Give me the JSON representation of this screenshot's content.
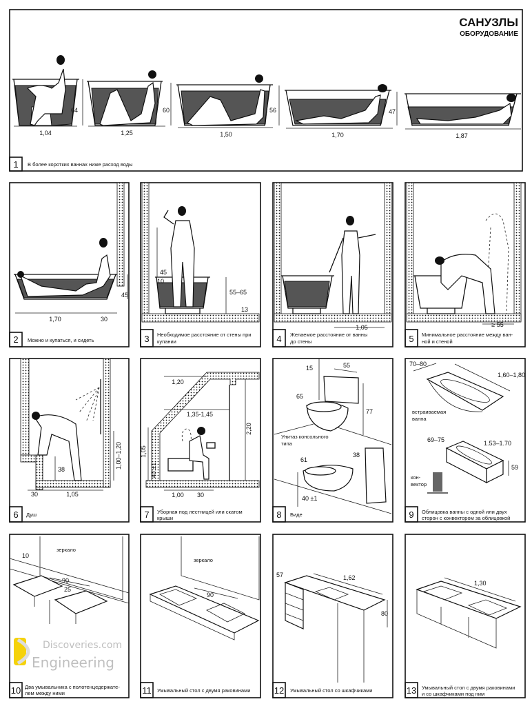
{
  "header": {
    "title": "САНУЗЛЫ",
    "subtitle": "ОБОРУДОВАНИЕ"
  },
  "panels": [
    {
      "number": "1",
      "caption": [
        "В более коротких ваннах ниже расход воды"
      ],
      "dims": {
        "h1": "64",
        "w1": "1,04",
        "h2": "60",
        "w2": "1,25",
        "h3": "56",
        "w3": "1,50",
        "h4": "47",
        "w4": "1,70",
        "w5": "1,87"
      }
    },
    {
      "number": "2",
      "caption": [
        "Можно и купаться, и сидеть"
      ],
      "dims": {
        "h": "45",
        "w": "1,70",
        "w2": "30"
      }
    },
    {
      "number": "3",
      "caption": [
        "Необходимое расстояние от стены при",
        "купании"
      ],
      "dims": {
        "a": "45",
        "b": "10",
        "c": "55–65",
        "d": "13"
      }
    },
    {
      "number": "4",
      "caption": [
        "Желаемое расстояние от ванны",
        "до стены"
      ],
      "dims": {
        "a": "1,05"
      }
    },
    {
      "number": "5",
      "caption": [
        "Минимальное расстояние между ван-",
        "ной и стеной"
      ],
      "dims": {
        "a": "≥ 55"
      }
    },
    {
      "number": "6",
      "caption": [
        "Душ"
      ],
      "dims": {
        "a": "38",
        "b": "1,00–1,20",
        "c": "30",
        "d": "1,05"
      }
    },
    {
      "number": "7",
      "caption": [
        "Уборная под лестницей или скатом",
        "крыши"
      ],
      "dims": {
        "a": "1,20",
        "b": "1,35-1,45",
        "c": "2,20",
        "d": "1,05",
        "e": "40 ±1",
        "f": "1,00",
        "g": "30"
      }
    },
    {
      "number": "8",
      "caption": [
        "Биде"
      ],
      "dims": {
        "a": "15",
        "b": "55",
        "c": "65",
        "d": "77",
        "e": "61",
        "f": "38",
        "g": "40 ±1"
      },
      "labels": [
        "Унитаз консольного",
        "типа"
      ]
    },
    {
      "number": "9",
      "caption": [
        "Облицовка ванны с одной или двух",
        "сторон с конвектором за облицовкой"
      ],
      "dims": {
        "a": "70–80",
        "b": "1,60–1,80",
        "c": "69–75",
        "d": "1.53–1.70",
        "e": "59"
      },
      "labels": [
        "встраиваемая",
        "ванна",
        "кон-",
        "вектор"
      ]
    },
    {
      "number": "10",
      "caption": [
        "Два умывальника с полотенцедержате-",
        "лем между ними"
      ],
      "dims": {
        "a": "10",
        "b": "90",
        "c": "25"
      },
      "labels": [
        "зеркало"
      ]
    },
    {
      "number": "11",
      "caption": [
        "Умывальный стол с двумя раковинами"
      ],
      "dims": {
        "a": "90"
      },
      "labels": [
        "зеркало"
      ]
    },
    {
      "number": "12",
      "caption": [
        "Умывальный стол со шкафчиками"
      ],
      "dims": {
        "a": "57",
        "b": "1,62",
        "c": "80"
      }
    },
    {
      "number": "13",
      "caption": [
        "Умывальный стол с двумя раковинами",
        "и со шкафчиками под ним"
      ],
      "dims": {
        "a": "1,30"
      }
    }
  ],
  "watermark": {
    "line1": "Discoveries.com",
    "line2": "Engineering",
    "logo_color": "#f5d20a"
  }
}
